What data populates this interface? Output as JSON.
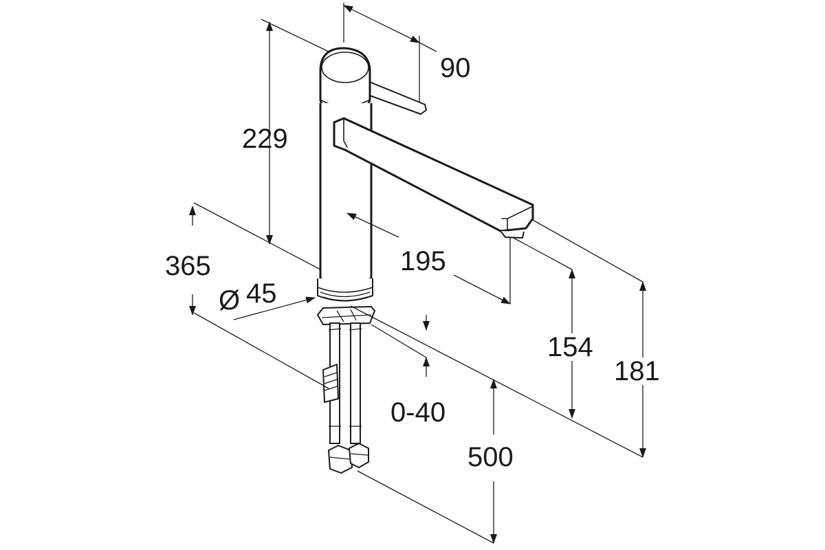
{
  "dimensions": {
    "d90": "90",
    "d229": "229",
    "d365": "365",
    "d45": "45",
    "d195": "195",
    "d154": "154",
    "d181": "181",
    "d040": "0-40",
    "d500": "500"
  },
  "symbols": {
    "diameter": "Ø"
  },
  "colors": {
    "line": "#1a1a1a",
    "background": "#ffffff"
  }
}
